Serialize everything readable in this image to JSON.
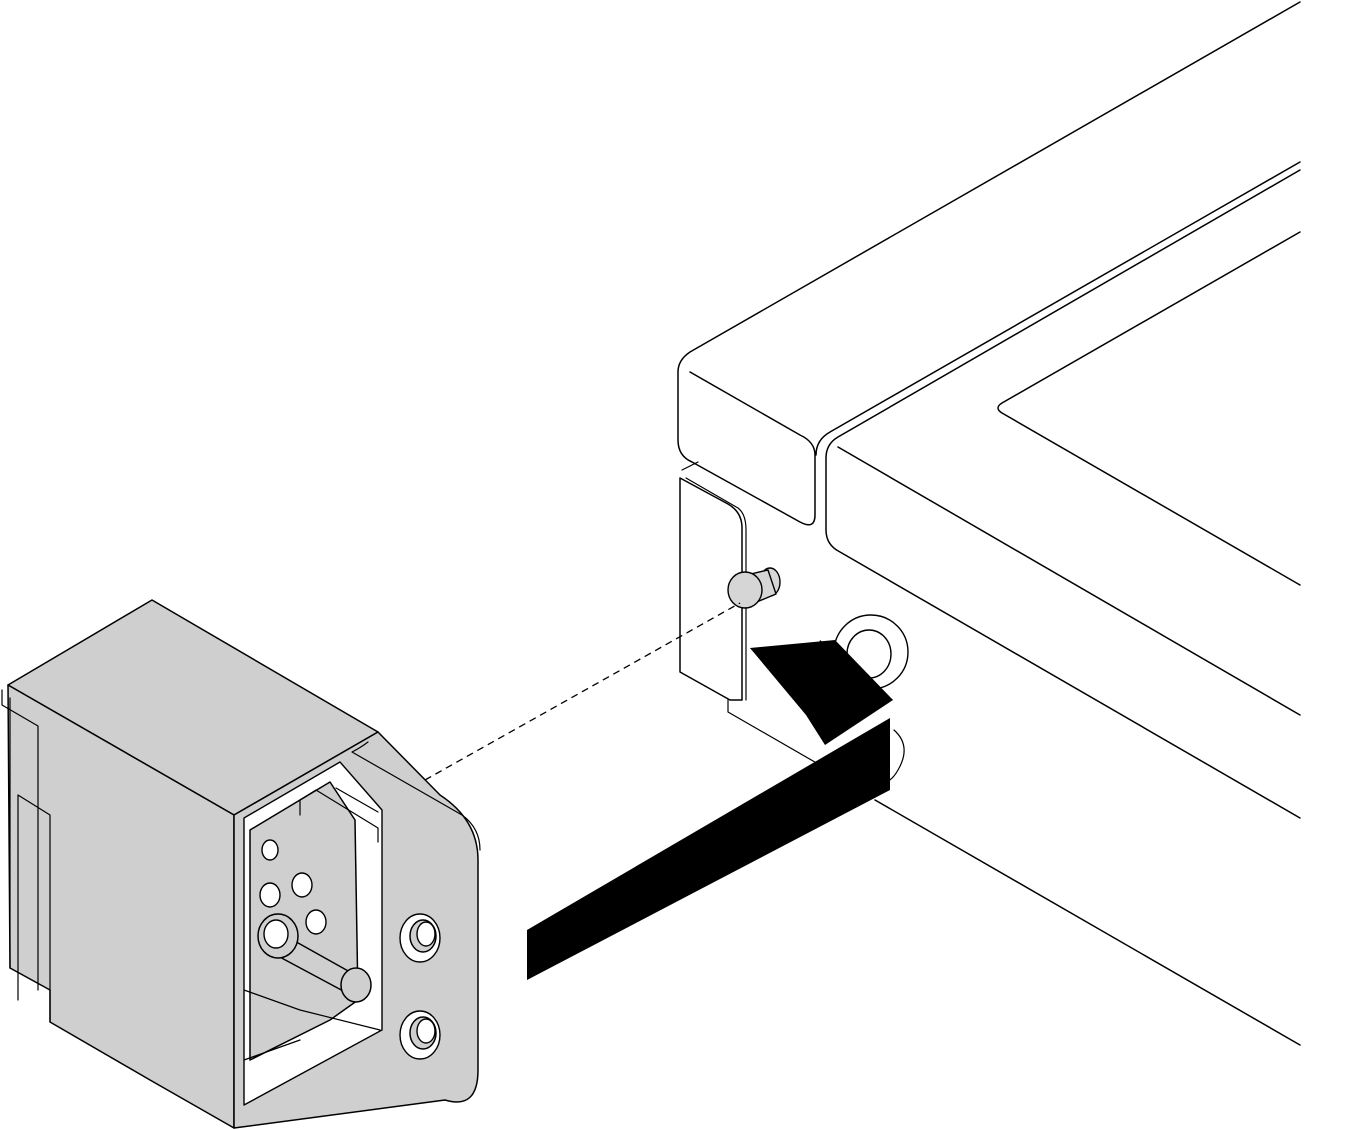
{
  "figure": {
    "colors": {
      "line": "#000000",
      "part_fill": "#cfcfcf",
      "background": "#ffffff",
      "arrow": "#000000"
    },
    "icons": [
      "server-chassis",
      "slide-bracket",
      "install-direction-arrow",
      "alignment-guide-line"
    ]
  }
}
